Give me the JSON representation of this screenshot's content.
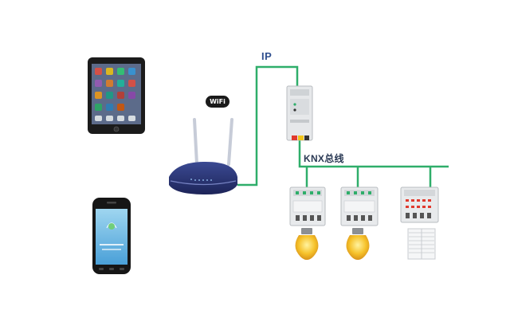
{
  "labels": {
    "ip": "IP",
    "bus": "KNX总线",
    "wifi": "WiFi"
  },
  "devices": {
    "tablet": "tablet-icon",
    "phone": "smartphone-icon",
    "router": "wifi-router-icon",
    "ip_interface": "knx-ip-interface-icon",
    "actuators": [
      "switch-actuator-icon",
      "switch-actuator-icon",
      "blind-actuator-icon"
    ],
    "loads": [
      "light-bulb-icon",
      "light-bulb-icon",
      "blinds-icon"
    ]
  },
  "colors": {
    "ip_line": "#2fae6a",
    "bus_line": "#2fae6a",
    "router_body": "#27306b",
    "bulb": "#f2b21a"
  }
}
